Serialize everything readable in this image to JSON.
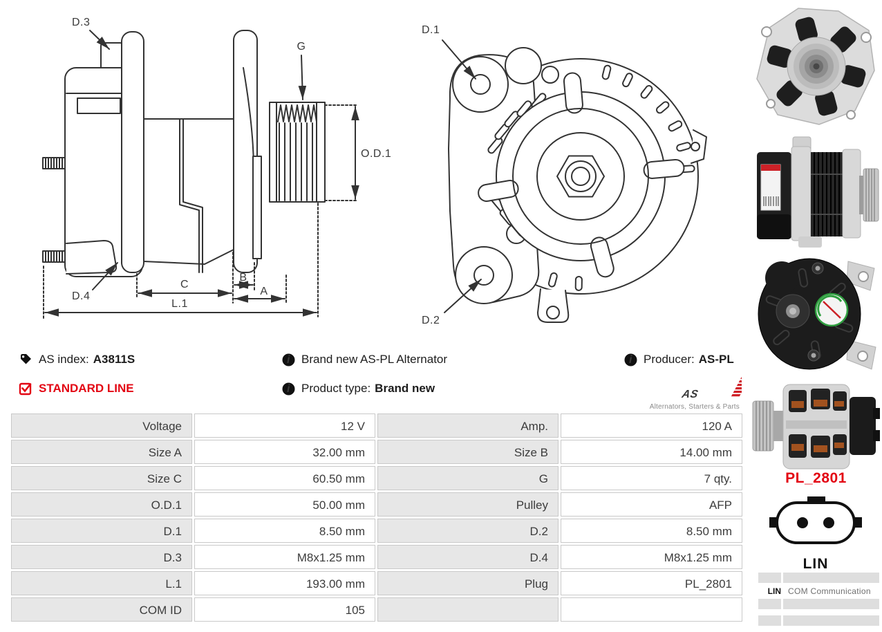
{
  "header": {
    "as_index_label": "AS index:",
    "as_index_value": "A3811S",
    "line_badge": "STANDARD LINE",
    "description": "Brand new AS-PL Alternator",
    "product_type_label": "Product type:",
    "product_type_value": "Brand new",
    "producer_label": "Producer:",
    "producer_value": "AS-PL"
  },
  "brand": {
    "logo_text": "AS",
    "tagline": "Alternators, Starters & Parts",
    "logo_color": "#cf2027"
  },
  "diagram": {
    "side_view": {
      "d3": "D.3",
      "g": "G",
      "od1": "O.D.1",
      "d4": "D.4",
      "c": "C",
      "b": "B",
      "a": "A",
      "l1": "L.1"
    },
    "front_view": {
      "d1": "D.1",
      "d2": "D.2"
    }
  },
  "spec_table": {
    "rows": [
      {
        "l_label": "Voltage",
        "l_value": "12 V",
        "r_label": "Amp.",
        "r_value": "120 A"
      },
      {
        "l_label": "Size A",
        "l_value": "32.00 mm",
        "r_label": "Size B",
        "r_value": "14.00 mm"
      },
      {
        "l_label": "Size C",
        "l_value": "60.50 mm",
        "r_label": "G",
        "r_value": "7 qty."
      },
      {
        "l_label": "O.D.1",
        "l_value": "50.00 mm",
        "r_label": "Pulley",
        "r_value": "AFP"
      },
      {
        "l_label": "D.1",
        "l_value": "8.50 mm",
        "r_label": "D.2",
        "r_value": "8.50 mm"
      },
      {
        "l_label": "D.3",
        "l_value": "M8x1.25 mm",
        "r_label": "D.4",
        "r_value": "M8x1.25 mm"
      },
      {
        "l_label": "L.1",
        "l_value": "193.00 mm",
        "r_label": "Plug",
        "r_value": "PL_2801"
      },
      {
        "l_label": "COM ID",
        "l_value": "105",
        "r_label": "",
        "r_value": ""
      }
    ]
  },
  "plug": {
    "code": "PL_2801",
    "connector_label": "LIN",
    "pin_name": "LIN",
    "pin_description": "COM Communication"
  }
}
